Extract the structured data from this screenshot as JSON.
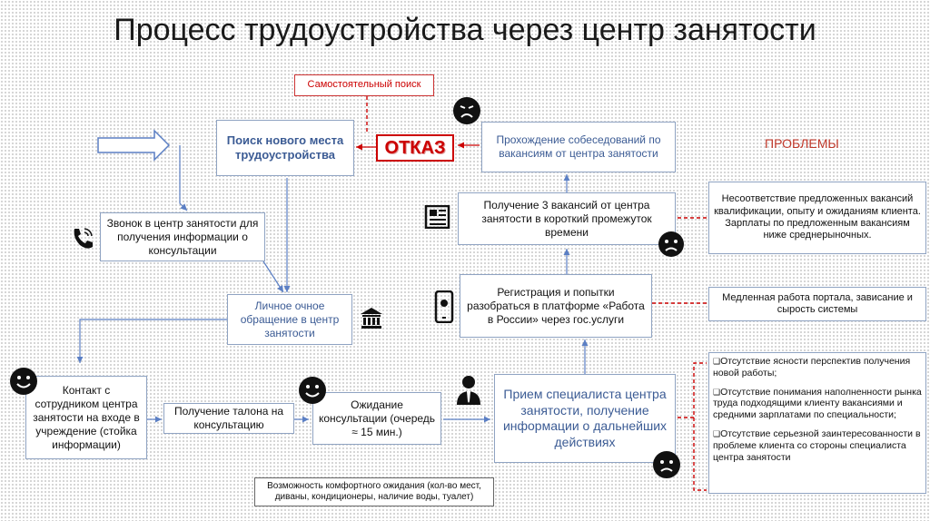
{
  "title": "Процесс трудоустройства через центр занятости",
  "problems_label": "ПРОБЛЕМЫ",
  "otkaz": "ОТКАЗ",
  "boxes": {
    "self_search": "Самостоятельный поиск",
    "new_job_search": "Поиск нового места трудоустройства",
    "interviews": "Прохождение собеседований по вакансиям от центра занятости",
    "three_vacancies": "Получение 3 вакансий от центра занятости в короткий промежуток времени",
    "call_center": "Звонок в центр занятости для получения информации о консультации",
    "personal_visit": "Личное очное обращение в центр занятости",
    "registration": "Регистрация и попытки разобраться в платформе «Работа в России» через гос.услуги",
    "contact_staff": "Контакт с сотрудником центра занятости на входе в учреждение (стойка информации)",
    "get_ticket": "Получение талона на консультацию",
    "waiting": "Ожидание консультации (очередь ≈ 15 мин.)",
    "specialist": "Прием специалиста центра занятости, получение информации о дальнейших действиях",
    "comfort": "Возможность комфортного ожидания (кол-во мест, диваны, кондиционеры, наличие воды, туалет)"
  },
  "problems": {
    "mismatch": "Несоответствие предложенных вакансий квалификации, опыту и ожиданиям клиента. Зарплаты по предложенным вакансиям ниже среднерыночных.",
    "slow_portal": "Медленная работа портала, зависание и сырость системы",
    "list": [
      "Отсутствие ясности перспектив получения новой работы;",
      "Отсутствие понимания наполненности рынка труда подходящими клиенту вакансиями и средними зарплатами по специальности;",
      "Отсутствие серьезной заинтересованности в проблеме клиента со стороны специалиста центра занятости"
    ]
  },
  "colors": {
    "accent_blue": "#5b7fc4",
    "red": "#c00000",
    "box_border": "#8fa3c2"
  },
  "icons": [
    "sad-face-icon",
    "phone-icon",
    "government-building-icon",
    "smile-face-icon",
    "newspaper-icon",
    "mobile-phone-icon",
    "specialist-person-icon"
  ]
}
